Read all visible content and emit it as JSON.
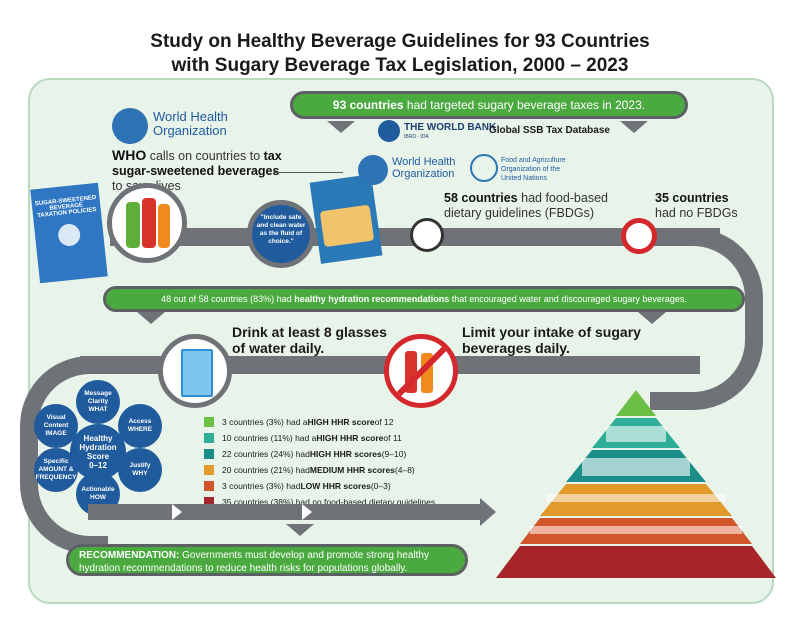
{
  "title_line1": "Study on Healthy Beverage Guidelines for 93 Countries",
  "title_line2": "with Sugary Beverage Tax Legislation, 2000 – 2023",
  "top_banner": {
    "bold": "93 countries",
    "rest": " had targeted sugary beverage taxes in 2023."
  },
  "world_bank": {
    "name": "THE WORLD BANK",
    "sub": "IBRD · IDA",
    "db": "Global SSB Tax Database"
  },
  "who": {
    "name_line1": "World Health",
    "name_line2": "Organization"
  },
  "who_call": {
    "lead": "WHO",
    "t1": " calls on countries to ",
    "bold": "tax sugar-sweetened beverages",
    "t2": " to save lives"
  },
  "who_book": {
    "line1": "SUGAR-SWEETENED",
    "line2": "BEVERAGE",
    "line3": "TAXATION POLICIES"
  },
  "fao": {
    "line1": "Food and Agriculture",
    "line2": "Organization of the",
    "line3": "United Nations"
  },
  "quote": "\"Include safe and clean water as the fluid of choice.\"",
  "fbdg_58": {
    "bold": "58 countries",
    "rest": " had food-based dietary guidelines (FBDGs)"
  },
  "fbdg_35": {
    "bold": "35 countries",
    "rest": "had no FBDGs"
  },
  "middle_banner": {
    "t1": "48 out of 58 countries (83%) had ",
    "bold": "healthy hydration recommendations",
    "t2": " that encouraged water and discouraged sugary beverages."
  },
  "drink_water": "Drink at least 8 glasses of water daily.",
  "limit_sugary": "Limit your intake of sugary beverages daily.",
  "hhr_center": {
    "line1": "Healthy",
    "line2": "Hydration",
    "line3": "Score",
    "line4": "0–12"
  },
  "hhr_nodes": [
    {
      "label1": "Message",
      "label2": "Clarity",
      "label3": "WHAT"
    },
    {
      "label1": "Access",
      "label2": "WHERE",
      "label3": ""
    },
    {
      "label1": "Justify",
      "label2": "WHY",
      "label3": ""
    },
    {
      "label1": "Actionable",
      "label2": "HOW",
      "label3": ""
    },
    {
      "label1": "Specific",
      "label2": "AMOUNT &",
      "label3": "FREQUENCY"
    },
    {
      "label1": "Visual",
      "label2": "Content",
      "label3": "IMAGE"
    }
  ],
  "legend": [
    {
      "text_pre": "3 countries (3%) had a ",
      "bold": "HIGH HHR score",
      "text_post": " of 12",
      "color": "#6cbf45"
    },
    {
      "text_pre": "10 countries (11%) had a ",
      "bold": "HIGH HHR score",
      "text_post": " of 11",
      "color": "#2fae9a"
    },
    {
      "text_pre": "22 countries (24%) had ",
      "bold": "HIGH HHR scores",
      "text_post": " (9–10)",
      "color": "#1b8e8a"
    },
    {
      "text_pre": "20 countries (21%) had ",
      "bold": "MEDIUM HHR scores",
      "text_post": " (4–8)",
      "color": "#e29a2b"
    },
    {
      "text_pre": "3 countries (3%) had ",
      "bold": "LOW HHR scores",
      "text_post": " (0–3)",
      "color": "#d2552b"
    },
    {
      "text_pre": "35 countries (38%) had no food-based dietary guidelines",
      "bold": "",
      "text_post": "",
      "color": "#a7242b"
    }
  ],
  "recommendation": {
    "bold": "RECOMMENDATION:",
    "rest": " Governments must develop and promote strong healthy hydration recommendations to reduce health risks for populations globally."
  },
  "pyramid_colors": [
    "#6cbf45",
    "#2fae9a",
    "#1b8e8a",
    "#e29a2b",
    "#d2552b",
    "#a7242b"
  ]
}
